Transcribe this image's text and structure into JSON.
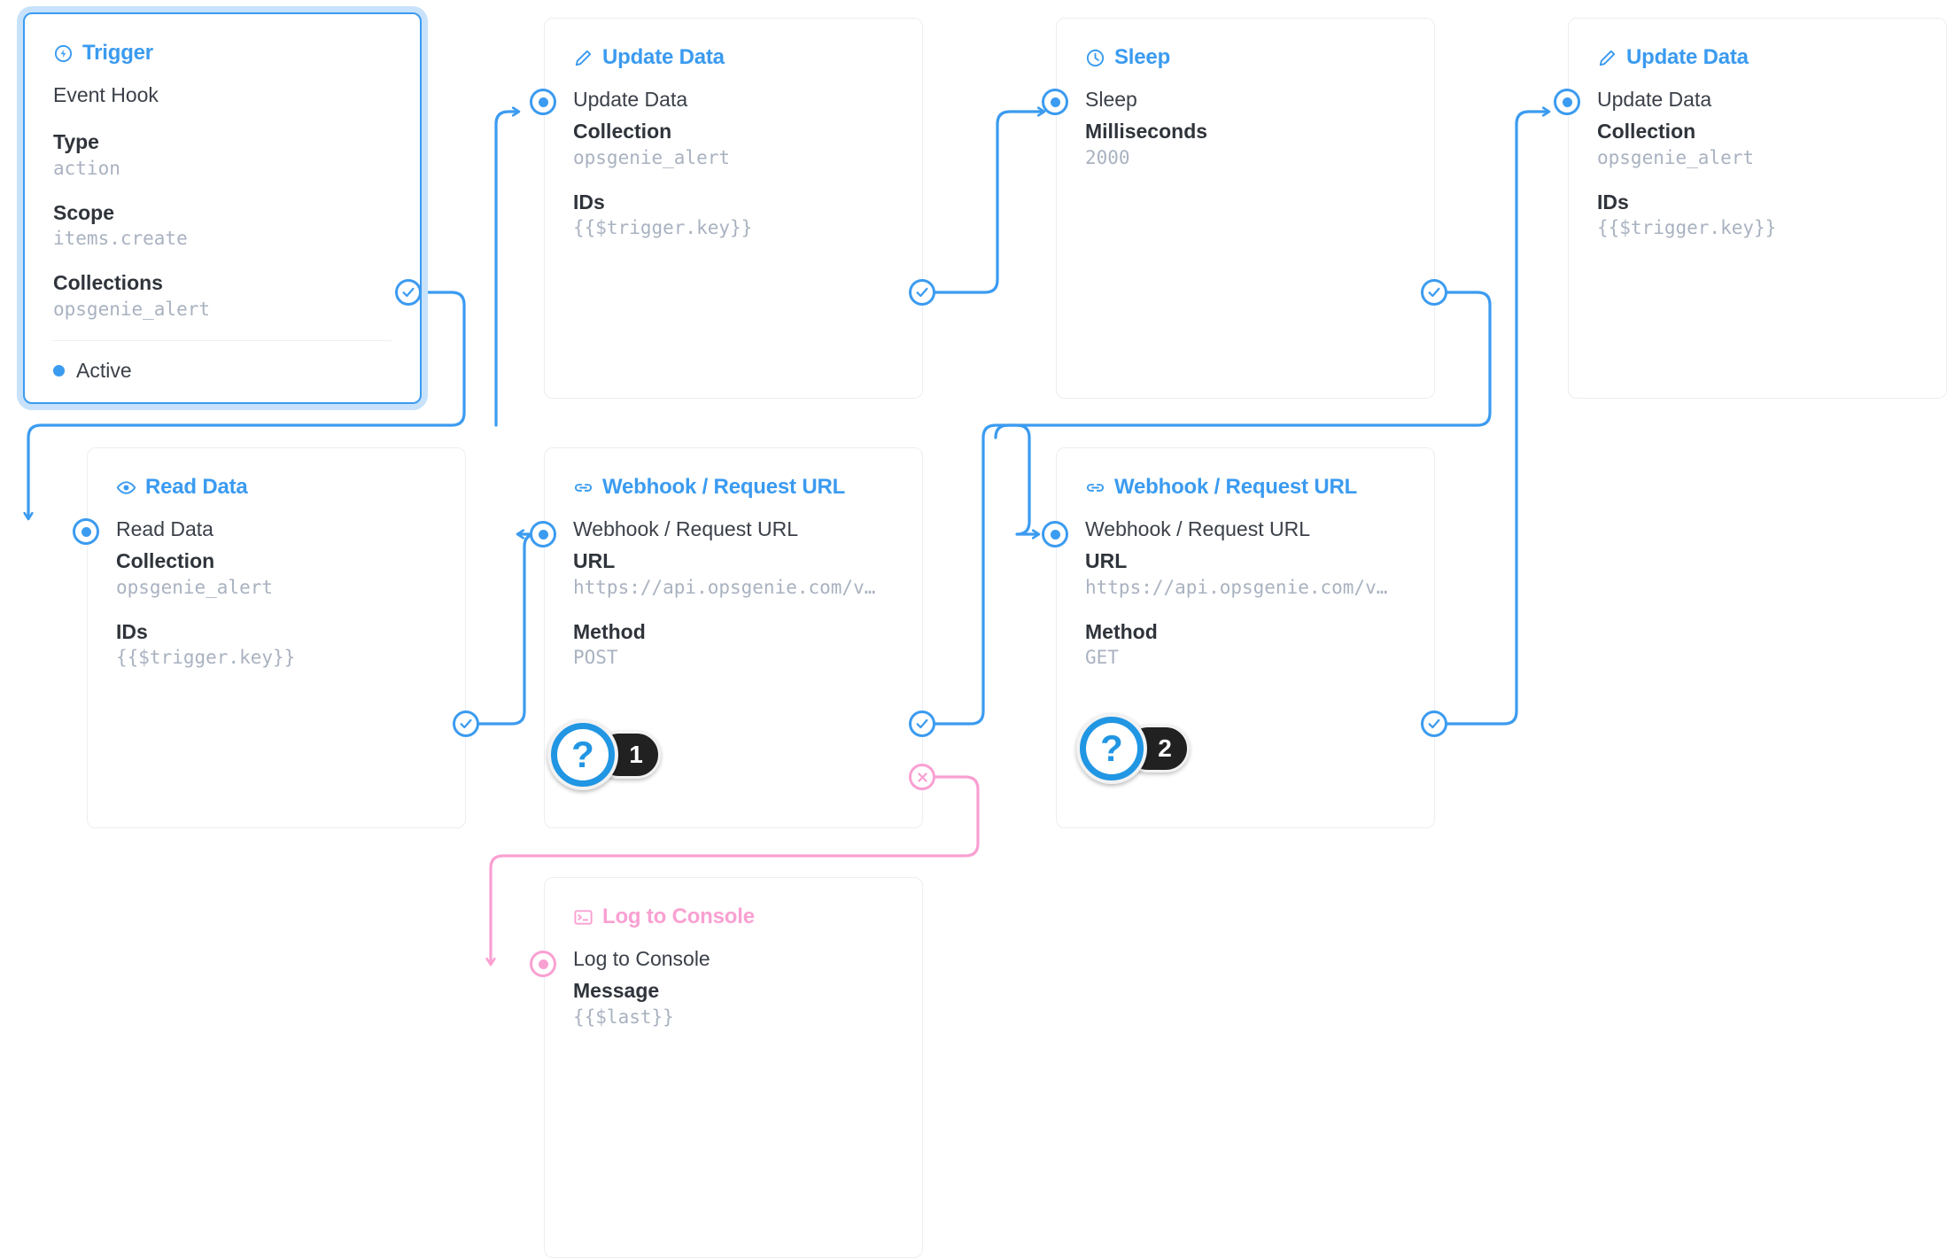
{
  "theme": {
    "accent_blue": "#3b9bf0",
    "accent_pink": "#f9a0d2",
    "marker_blue": "#2196e3",
    "marker_badge_bg": "#212121",
    "card_border": "#eceef1",
    "label_color": "#2f343b",
    "value_color": "#a9b2c0",
    "canvas_bg": "#ffffff"
  },
  "nodes": {
    "trigger": {
      "header": "Trigger",
      "icon": "flash-circle-icon",
      "row_name": "Event Hook",
      "fields": [
        {
          "label": "Type",
          "value": "action"
        },
        {
          "label": "Scope",
          "value": "items.create"
        },
        {
          "label": "Collections",
          "value": "opsgenie_alert"
        }
      ],
      "status": "Active"
    },
    "update_data_1": {
      "header": "Update Data",
      "icon": "pencil-icon",
      "row_name": "Update Data",
      "fields": [
        {
          "label": "Collection",
          "value": "opsgenie_alert"
        },
        {
          "label": "IDs",
          "value": "{{$trigger.key}}"
        }
      ]
    },
    "sleep": {
      "header": "Sleep",
      "icon": "clock-icon",
      "row_name": "Sleep",
      "fields": [
        {
          "label": "Milliseconds",
          "value": "2000"
        }
      ]
    },
    "update_data_2": {
      "header": "Update Data",
      "icon": "pencil-icon",
      "row_name": "Update Data",
      "fields": [
        {
          "label": "Collection",
          "value": "opsgenie_alert"
        },
        {
          "label": "IDs",
          "value": "{{$trigger.key}}"
        }
      ]
    },
    "read_data": {
      "header": "Read Data",
      "icon": "eye-icon",
      "row_name": "Read Data",
      "fields": [
        {
          "label": "Collection",
          "value": "opsgenie_alert"
        },
        {
          "label": "IDs",
          "value": "{{$trigger.key}}"
        }
      ]
    },
    "webhook_post": {
      "header": "Webhook / Request URL",
      "icon": "link-icon",
      "row_name": "Webhook / Request URL",
      "fields": [
        {
          "label": "URL",
          "value": "https://api.opsgenie.com/v…"
        },
        {
          "label": "Method",
          "value": "POST"
        }
      ]
    },
    "webhook_get": {
      "header": "Webhook / Request URL",
      "icon": "link-icon",
      "row_name": "Webhook / Request URL",
      "fields": [
        {
          "label": "URL",
          "value": "https://api.opsgenie.com/v…"
        },
        {
          "label": "Method",
          "value": "GET"
        }
      ]
    },
    "log_to_console": {
      "header": "Log to Console",
      "icon": "terminal-icon",
      "row_name": "Log to Console",
      "fields": [
        {
          "label": "Message",
          "value": "{{$last}}"
        }
      ]
    }
  },
  "markers": [
    {
      "glyph": "?",
      "number": "1"
    },
    {
      "glyph": "?",
      "number": "2"
    }
  ]
}
